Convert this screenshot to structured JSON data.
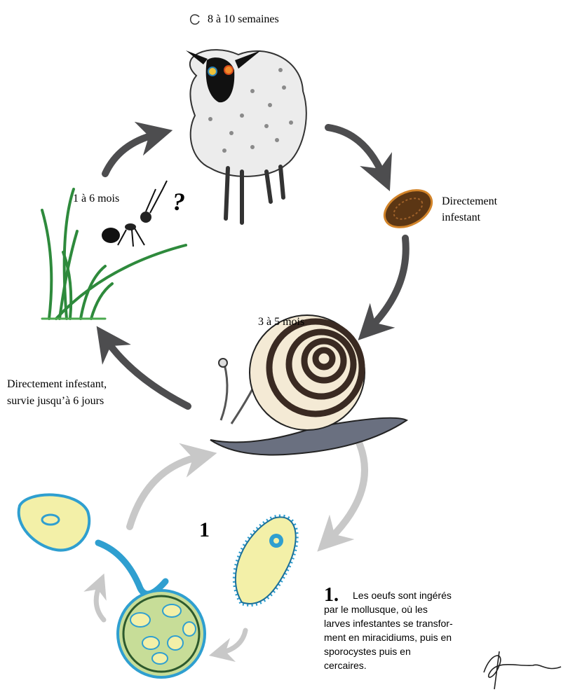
{
  "cycle": {
    "host_duration": "8 à 10 semaines",
    "egg_note": [
      "Directement",
      "infestant"
    ],
    "snail_duration": "3 à 5 mois",
    "ant_duration": "1 à 6 mois",
    "ant_question_mark": "?",
    "cercariae_note": [
      "Directement infestant,",
      "survie jusqu’à 6 jours"
    ]
  },
  "inset": {
    "number": "1",
    "caption_number": "1.",
    "caption_lines": [
      "Les oeufs sont ingérés",
      "par le mollusque, où les",
      "larves infestantes se transfor-",
      "ment en miracidiums, puis en",
      "sporocystes puis en",
      "cercaires."
    ]
  },
  "colors": {
    "dark_arrow": "#4d4d4f",
    "light_arrow": "#c8c8c8",
    "grass": "#2e8a3c",
    "egg": "#7a4a1e",
    "larva_fill": "#f3f0a8",
    "larva_edge": "#2f9fd0"
  }
}
